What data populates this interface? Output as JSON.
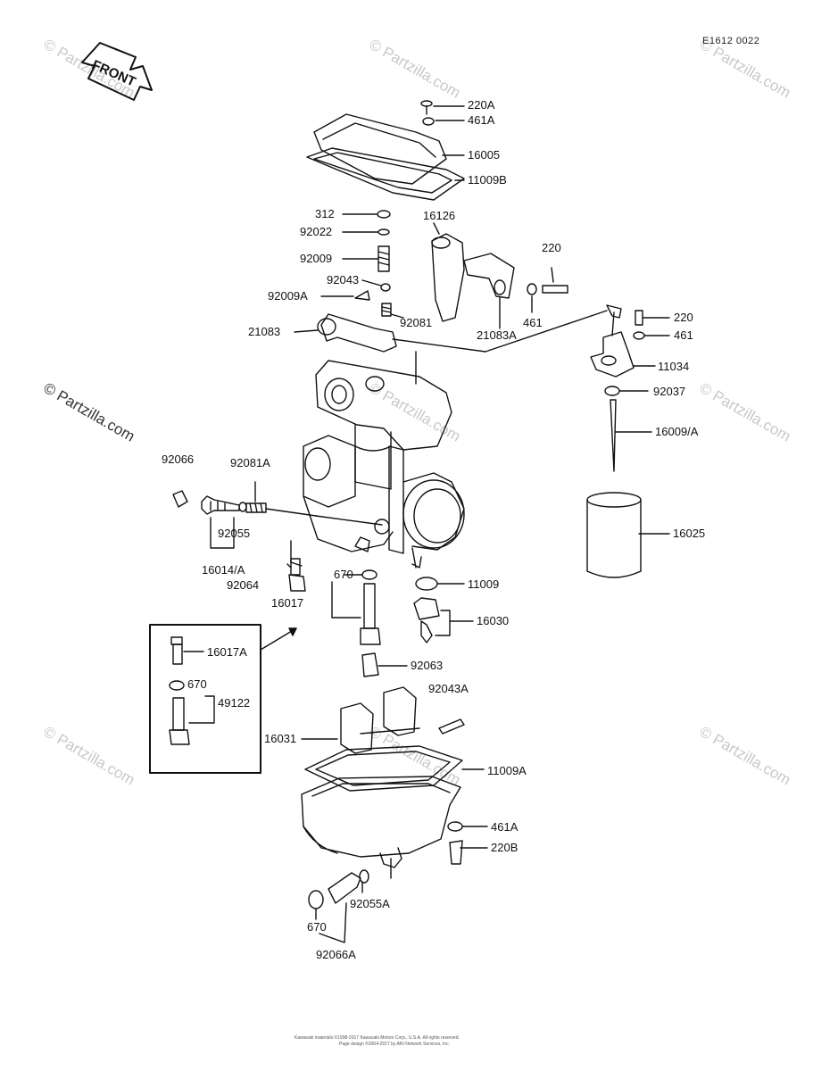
{
  "diagram_code": "E1612 0022",
  "front_label": "FRONT",
  "watermark": "© Partzilla.com",
  "footer_line1": "Kawasaki materials ©1998-2017 Kawasaki Motors Corp., U.S.A. All rights reserved.",
  "footer_line2": "Page design ©2004-2017 by ARI Network Services, Inc.",
  "parts": {
    "p220A": "220A",
    "p461A_top": "461A",
    "p16005": "16005",
    "p11009B": "11009B",
    "p312": "312",
    "p92022": "92022",
    "p92009": "92009",
    "p92043": "92043",
    "p92009A": "92009A",
    "p16126": "16126",
    "p220_top": "220",
    "p461_mid": "461",
    "p21083A": "21083A",
    "p92081": "92081",
    "p21083": "21083",
    "p220_right": "220",
    "p461_right": "461",
    "p11034": "11034",
    "p92037": "92037",
    "p16009A": "16009/A",
    "p92066": "92066",
    "p92081A": "92081A",
    "p92055": "92055",
    "p16014A": "16014/A",
    "p92064": "92064",
    "p16025": "16025",
    "p670_mid": "670",
    "p11009": "11009",
    "p16017": "16017",
    "p16030": "16030",
    "p16017A": "16017A",
    "p92063": "92063",
    "p670_box": "670",
    "p49122": "49122",
    "p92043A": "92043A",
    "p16031": "16031",
    "p11009A": "11009A",
    "p461A_bot": "461A",
    "p220B": "220B",
    "p92055A": "92055A",
    "p670_bot": "670",
    "p92066A": "92066A"
  }
}
